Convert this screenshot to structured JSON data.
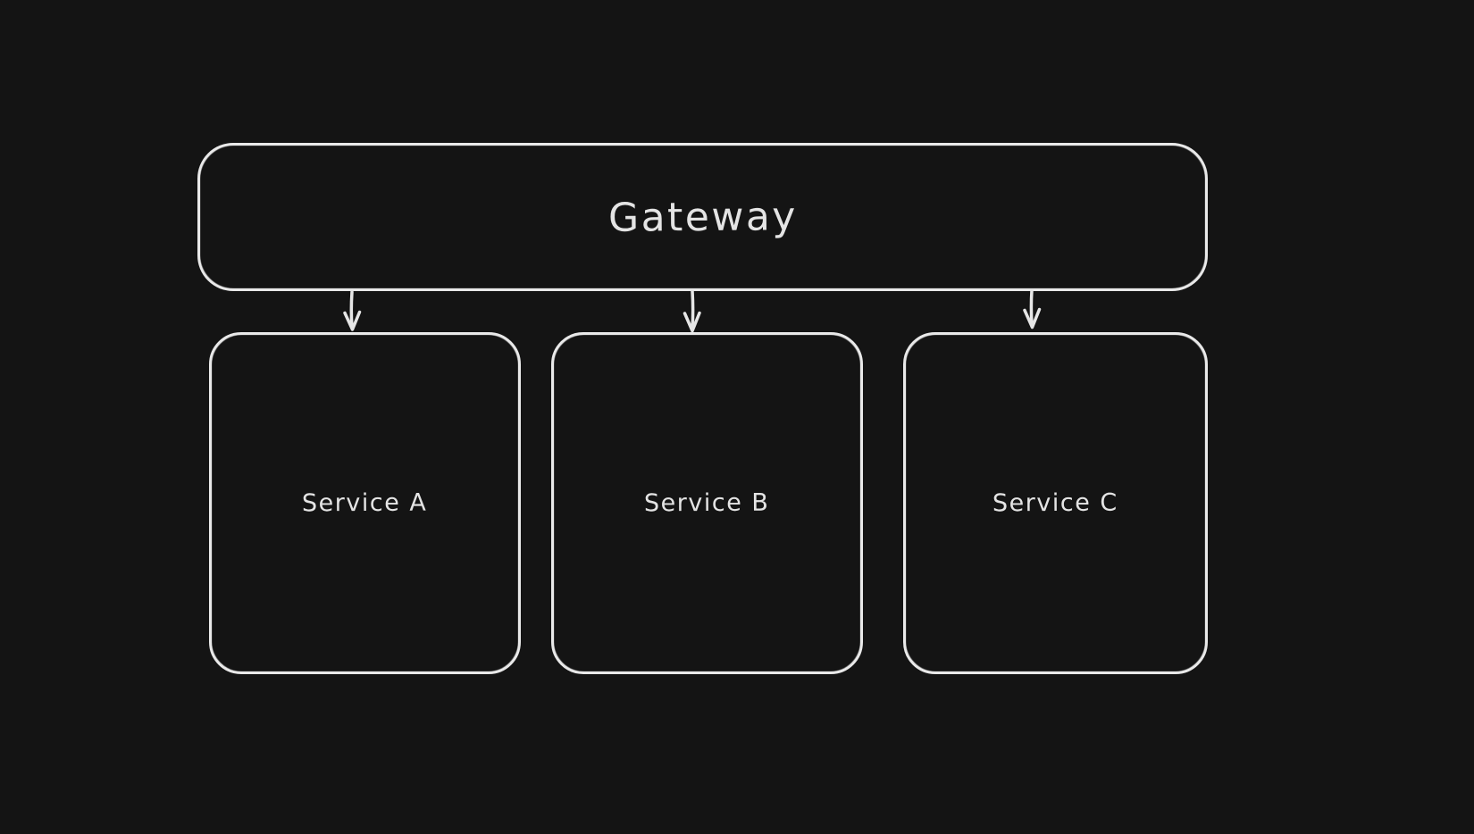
{
  "colors": {
    "canvas_background": "#141414",
    "stroke": "#e9e9e9",
    "text": "#e4e4e4"
  },
  "diagram": {
    "gateway": {
      "label": "Gateway"
    },
    "services": [
      {
        "label": "Service A"
      },
      {
        "label": "Service B"
      },
      {
        "label": "Service C"
      }
    ],
    "edges": [
      {
        "from": "Gateway",
        "to": "Service A"
      },
      {
        "from": "Gateway",
        "to": "Service B"
      },
      {
        "from": "Gateway",
        "to": "Service C"
      }
    ]
  }
}
